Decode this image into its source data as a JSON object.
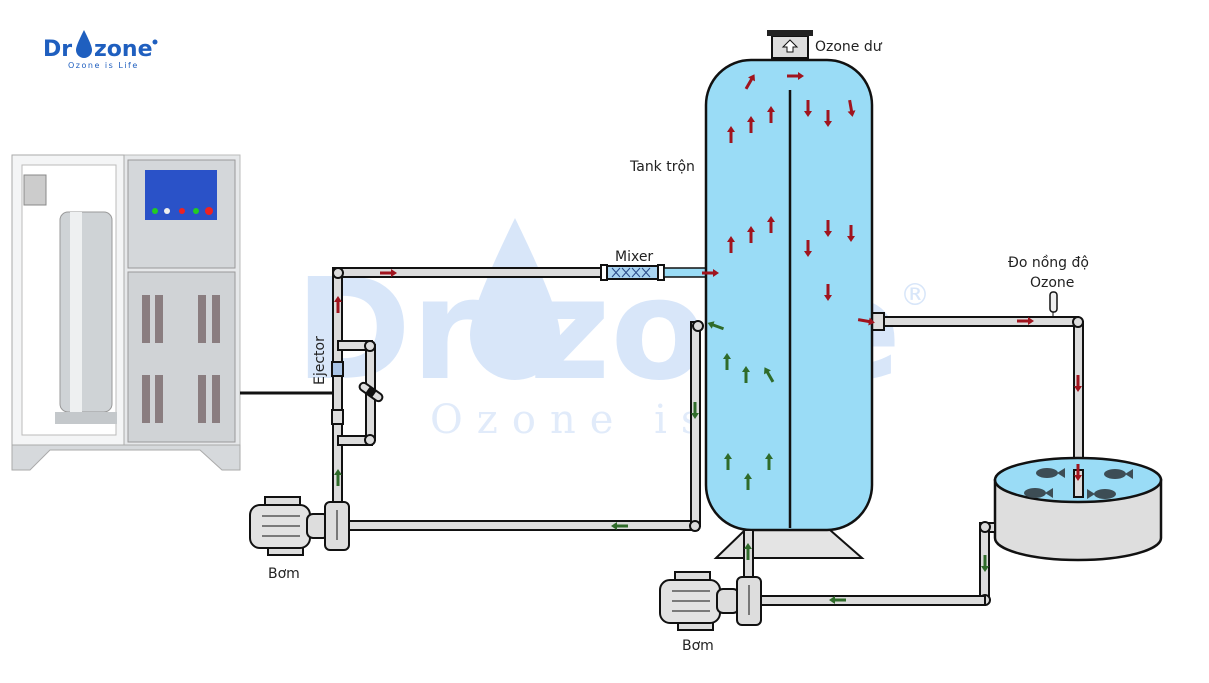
{
  "logo": {
    "brand_left": "Dr",
    "brand_right": "zone",
    "tagline": "Ozone is Life"
  },
  "watermark": {
    "brand": "Dr  zone",
    "tagline": "Ozone is Life",
    "registered": "®"
  },
  "labels": {
    "excess_ozone": "Ozone dư",
    "mixing_tank": "Tank trộn",
    "mixer": "Mixer",
    "ozone_meter_line1": "Đo nồng độ",
    "ozone_meter_line2": "Ozone",
    "ejector": "Ejector",
    "pump_left": "Bơm",
    "pump_right": "Bơm"
  },
  "colors": {
    "brand_blue": "#1f5fbf",
    "water": "#9adcf6",
    "pipe": "#dcdcdc",
    "arrow_red": "#a0141e",
    "arrow_green": "#2f6b2a",
    "watermark": "#c9dcf7"
  }
}
